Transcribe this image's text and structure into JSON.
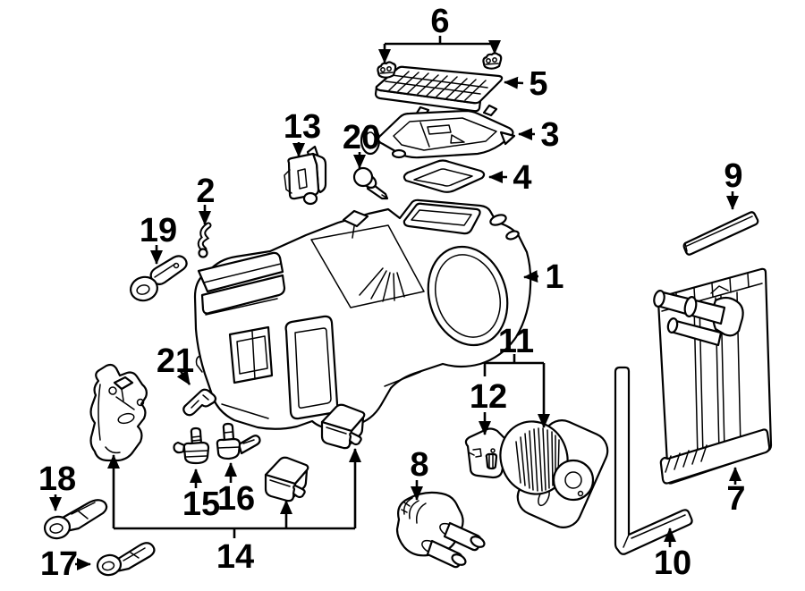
{
  "canvas": {
    "background_color": "#ffffff",
    "line_color": "#000000",
    "label_color": "#000000"
  },
  "diagram": {
    "kind": "exploded-parts-line-drawing"
  },
  "callouts": {
    "1": "1",
    "2": "2",
    "3": "3",
    "4": "4",
    "5": "5",
    "6": "6",
    "7": "7",
    "8": "8",
    "9": "9",
    "10": "10",
    "11": "11",
    "12": "12",
    "13": "13",
    "14": "14",
    "15": "15",
    "16": "16",
    "17": "17",
    "18": "18",
    "19": "19",
    "20": "20",
    "21": "21"
  }
}
